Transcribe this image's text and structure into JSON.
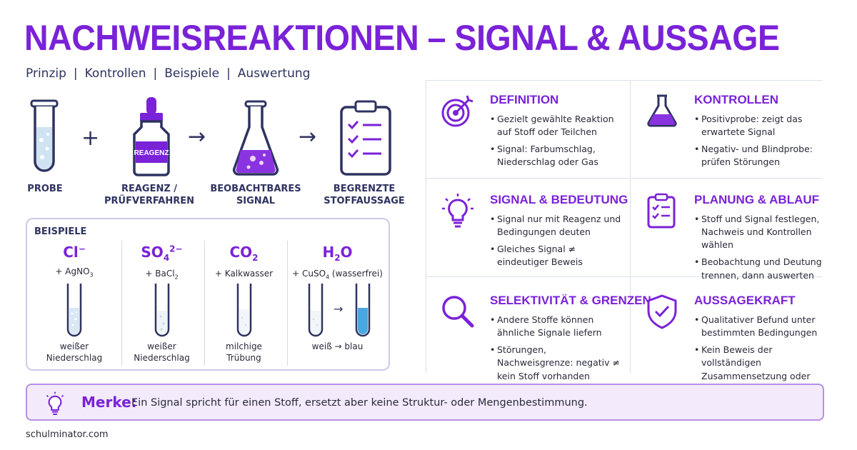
{
  "title": "NACHWEISREAKTIONEN – SIGNAL & AUSSAGE",
  "subtitle": [
    "Prinzip",
    "Kontrollen",
    "Beispiele",
    "Auswertung"
  ],
  "subtitle_sep": "|",
  "flow": {
    "operators": [
      "+",
      "→",
      "→"
    ],
    "steps": [
      {
        "label": "PROBE"
      },
      {
        "label": "REAGENZ / PRÜFVERFAHREN",
        "bottle_text": "REAGENZ"
      },
      {
        "label": "BEOBACHTBARES SIGNAL"
      },
      {
        "label": "BEGRENZTE STOFFAUSSAGE"
      }
    ]
  },
  "examples": {
    "heading": "BEISPIELE",
    "items": [
      {
        "ion_main": "Cl",
        "ion_sup": "−",
        "ion_sub": "",
        "reagent_pre": "+ AgNO",
        "reagent_sub": "3",
        "reagent_post": "",
        "result_1": "weißer",
        "result_2": "Niederschlag"
      },
      {
        "ion_main": "SO",
        "ion_sub": "4",
        "ion_sup": "2−",
        "reagent_pre": "+ BaCl",
        "reagent_sub": "2",
        "reagent_post": "",
        "result_1": "weißer",
        "result_2": "Niederschlag"
      },
      {
        "ion_main": "CO",
        "ion_sub": "2",
        "ion_sup": "",
        "reagent_pre": "+ Kalkwasser",
        "reagent_sub": "",
        "reagent_post": "",
        "result_1": "milchige",
        "result_2": "Trübung"
      },
      {
        "ion_main": "H",
        "ion_sub": "2",
        "ion_sup": "",
        "ion_post": "O",
        "reagent_pre": "+ CuSO",
        "reagent_sub": "4",
        "reagent_post": " (wasserfrei)",
        "result_1": "weiß → blau",
        "result_2": "",
        "arrow": "→"
      }
    ]
  },
  "cards": [
    {
      "title": "DEFINITION",
      "icon": "target-icon",
      "bullets": [
        "Gezielt gewählte Reaktion auf Stoff oder Teilchen",
        "Signal: Farbumschlag, Niederschlag oder Gas"
      ]
    },
    {
      "title": "KONTROLLEN",
      "icon": "flask-icon",
      "bullets": [
        "Positivprobe: zeigt das erwartete Signal",
        "Negativ- und Blindprobe: prüfen Störungen"
      ]
    },
    {
      "title": "SIGNAL & BEDEUTUNG",
      "icon": "lightbulb-icon",
      "bullets": [
        "Signal nur mit Reagenz und Bedingungen deuten",
        "Gleiches Signal ≠ eindeutiger Beweis"
      ]
    },
    {
      "title": "PLANUNG & ABLAUF",
      "icon": "clipboard-icon",
      "bullets": [
        "Stoff und Signal festlegen, Nachweis und Kontrollen wählen",
        "Beobachtung und Deutung trennen, dann auswerten"
      ]
    },
    {
      "title": "SELEKTIVITÄT & GRENZEN",
      "icon": "magnifier-icon",
      "bullets": [
        "Andere Stoffe können ähnliche Signale liefern",
        "Störungen, Nachweisgrenze: negativ ≠ kein Stoff vorhanden"
      ]
    },
    {
      "title": "AUSSAGEKRAFT",
      "icon": "shield-check-icon",
      "bullets": [
        "Qualitativer Befund unter bestimmten Bedingungen",
        "Kein Beweis der vollständigen Zusammensetzung oder Menge"
      ]
    }
  ],
  "merke": {
    "label": "Merke:",
    "text": "Ein Signal spricht für einen Stoff, ersetzt aber keine Struktur- oder Mengenbestimmung."
  },
  "footer": "schulminator.com",
  "colors": {
    "accent": "#7a22d8",
    "navy": "#2e3360",
    "tube_liquid": "#cfe3f2",
    "blue_liquid": "#4aa8e0"
  }
}
